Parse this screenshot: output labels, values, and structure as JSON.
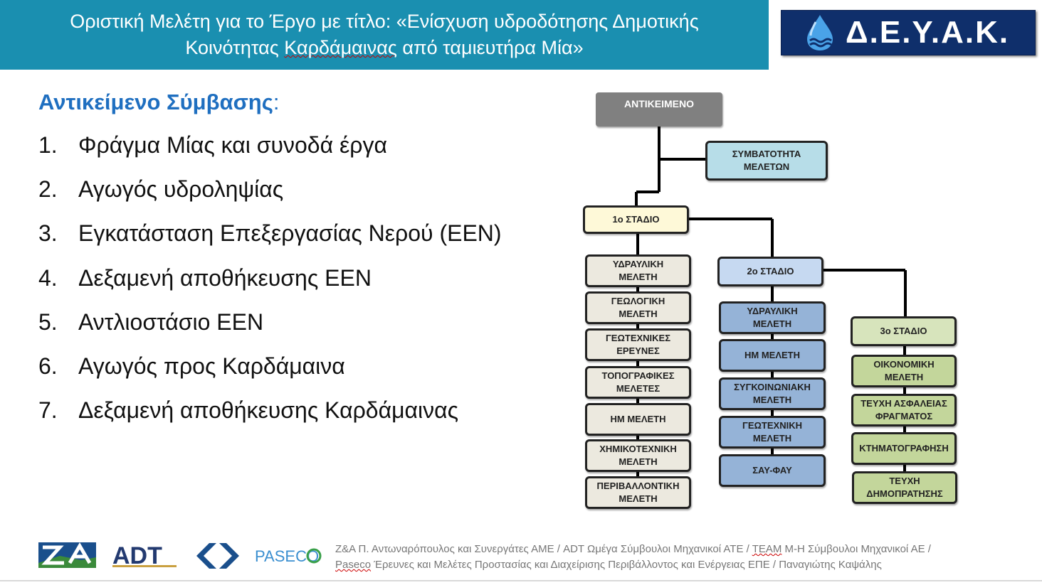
{
  "header": {
    "title_line1": "Οριστική Μελέτη για το Έργο με τίτλο: «Ενίσχυση υδροδότησης Δημοτικής",
    "title_line2_a": "Κοινότητας ",
    "title_line2_b": "Καρδάμαινας",
    "title_line2_c": " από ταμιευτήρα Μία»",
    "logo_text": "Δ.Ε.Υ.Α.Κ."
  },
  "subject": {
    "label": "Αντικείμενο Σύμβασης",
    "colon": ":"
  },
  "items": [
    {
      "num": "1.",
      "text": "Φράγμα Μίας και συνοδά έργα"
    },
    {
      "num": "2.",
      "text": "Αγωγός υδροληψίας"
    },
    {
      "num": "3.",
      "text": "Εγκατάσταση Επεξεργασίας Νερού (ΕΕΝ)"
    },
    {
      "num": "4.",
      "text": "Δεξαμενή αποθήκευσης ΕΕΝ"
    },
    {
      "num": "5.",
      "text": "Αντλιοστάσιο ΕΕΝ"
    },
    {
      "num": "6.",
      "text": "Αγωγός προς Καρδάμαινα"
    },
    {
      "num": "7.",
      "text": "Δεξαμενή αποθήκευσης Καρδάμαινας"
    }
  ],
  "diagram": {
    "root": "ΑΝΤΙΚΕΙΜΕΝΟ",
    "contract": {
      "l1": "ΣΥΜΒΑΤΟΤΗΤΑ",
      "l2": "ΜΕΛΕΤΩΝ"
    },
    "stage1": {
      "label": "1ο ΣΤΑΔΙΟ",
      "children": [
        {
          "l1": "ΥΔΡΑΥΛΙΚΗ",
          "l2": "ΜΕΛΕΤΗ"
        },
        {
          "l1": "ΓΕΩΛΟΓΙΚΗ",
          "l2": "ΜΕΛΕΤΗ"
        },
        {
          "l1": "ΓΕΩΤΕΧΝΙΚΕΣ",
          "l2": "ΕΡΕΥΝΕΣ"
        },
        {
          "l1": "ΤΟΠΟΓΡΑΦΙΚΕΣ",
          "l2": "ΜΕΛΕΤΕΣ"
        },
        {
          "l1": "ΗΜ ΜΕΛΕΤΗ",
          "l2": ""
        },
        {
          "l1": "ΧΗΜΙΚΟΤΕΧΝΙΚΗ",
          "l2": "ΜΕΛΕΤΗ"
        },
        {
          "l1": "ΠΕΡΙΒΑΛΛΟΝΤΙΚΗ",
          "l2": "ΜΕΛΕΤΗ"
        }
      ]
    },
    "stage2": {
      "label": "2ο ΣΤΑΔΙΟ",
      "children": [
        {
          "l1": "ΥΔΡΑΥΛΙΚΗ",
          "l2": "ΜΕΛΕΤΗ"
        },
        {
          "l1": "ΗΜ ΜΕΛΕΤΗ",
          "l2": ""
        },
        {
          "l1": "ΣΥΓΚΟΙΝΩΝΙΑΚΗ",
          "l2": "ΜΕΛΕΤΗ"
        },
        {
          "l1": "ΓΕΩΤΕΧΝΙΚΗ",
          "l2": "ΜΕΛΕΤΗ"
        },
        {
          "l1": "ΣΑΥ-ΦΑΥ",
          "l2": ""
        }
      ]
    },
    "stage3": {
      "label": "3ο ΣΤΑΔΙΟ",
      "children": [
        {
          "l1": "ΟΙΚΟΝΟΜΙΚΗ",
          "l2": "ΜΕΛΕΤΗ"
        },
        {
          "l1": "ΤΕΥΧΗ ΑΣΦΑΛΕΙΑΣ",
          "l2": "ΦΡΑΓΜΑΤΟΣ"
        },
        {
          "l1": "ΚΤΗΜΑΤΟΓΡΑΦΗΣΗ",
          "l2": ""
        },
        {
          "l1": "ΤΕΥΧΗ",
          "l2": "ΔΗΜΟΠΡΑΤΗΣΗΣ"
        }
      ]
    }
  },
  "footer": {
    "logos": {
      "adt": "ADT",
      "paseco": "PASECO"
    },
    "line1_a": "Ζ&Α Π. Αντωναρόπουλος και Συνεργάτες ΑΜΕ / ADT Ωμέγα Σύμβουλοι Μηχανικοί ΑΤΕ / ",
    "line1_b": "ΤΕΑΜ",
    "line1_c": " Μ-Η Σύμβουλοι Μηχανικοί ΑΕ /",
    "line2_a": "Paseco",
    "line2_b": " Έρευνες και Μελέτες Προστασίας και Διαχείρισης Περιβάλλοντος και Ενέργειας ΕΠΕ / Παναγιώτης Καψάλης"
  }
}
